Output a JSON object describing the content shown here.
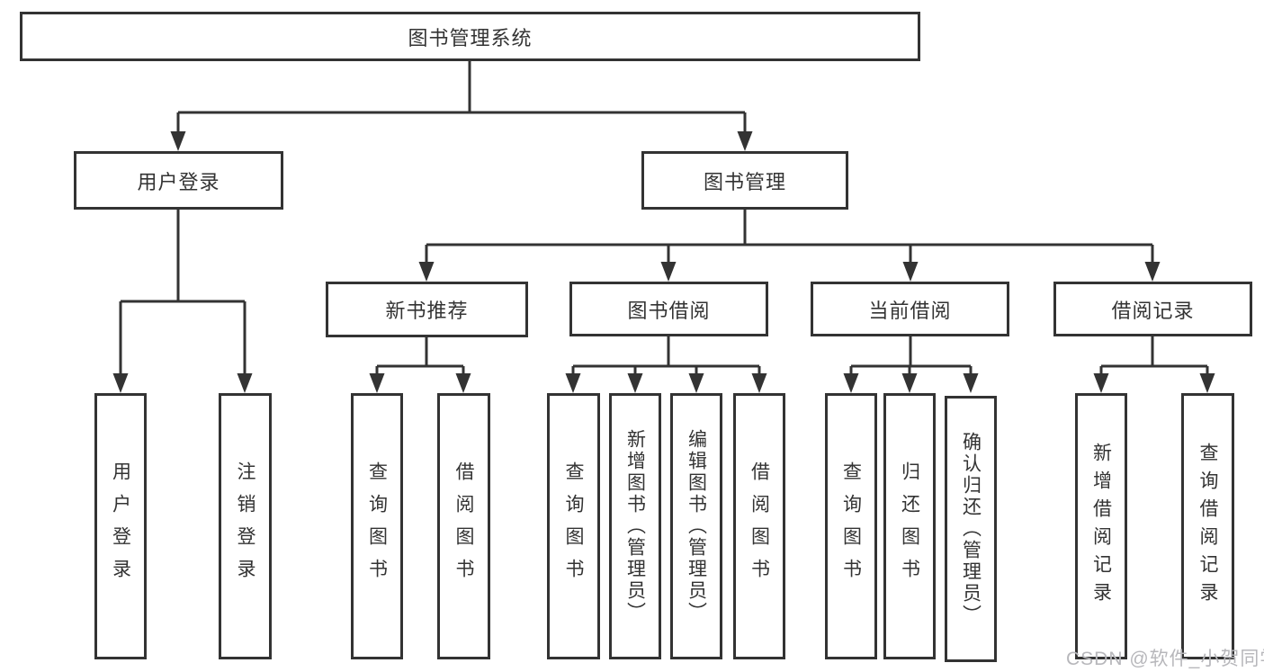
{
  "tree": {
    "root": "图书管理系统",
    "children": [
      {
        "label": "用户登录",
        "children": [
          "用户登录",
          "注销登录"
        ]
      },
      {
        "label": "图书管理",
        "children": [
          {
            "label": "新书推荐",
            "children": [
              "查询图书",
              "借阅图书"
            ]
          },
          {
            "label": "图书借阅",
            "children": [
              "查询图书",
              "新增图书（管理员）",
              "编辑图书（管理员）",
              "借阅图书"
            ]
          },
          {
            "label": "当前借阅",
            "children": [
              "查询图书",
              "归还图书",
              "确认归还（管理员）"
            ]
          },
          {
            "label": "借阅记录",
            "children": [
              "新增借阅记录",
              "查询借阅记录"
            ]
          }
        ]
      }
    ]
  },
  "watermark": "CSDN @软件_小贺同学",
  "colors": {
    "line": "#333333",
    "text": "#333333",
    "watermark_text": "#b7b7bb",
    "background": "#ffffff"
  }
}
